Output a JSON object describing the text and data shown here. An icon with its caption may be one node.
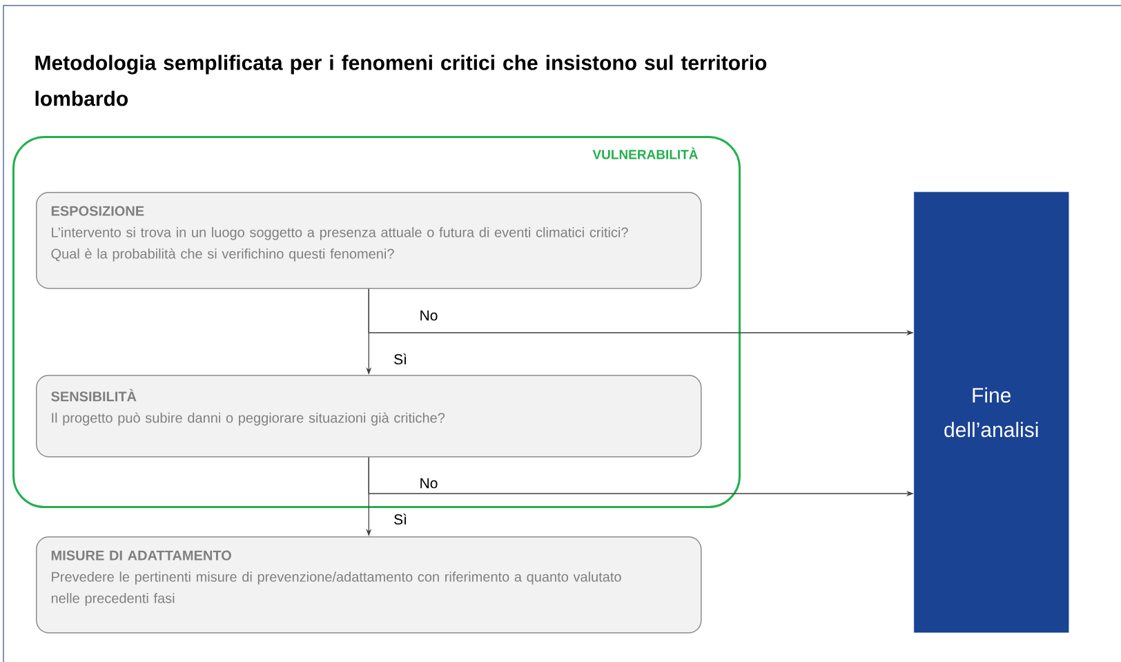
{
  "diagram": {
    "title": "Metodologia semplificata per i fenomeni critici che insistono sul territorio lombardo",
    "nodes": [
      {
        "text": [
          "VULNERABILITÀ"
        ]
      },
      {
        "text": [
          "ESPOSIZIONE",
          "L’intervento si trova in un luogo soggetto a presenza attuale o futura di eventi climatici critici? Qual è la probabilità che si verifichino questi fenomeni?"
        ],
        "in": 0
      },
      {
        "text": [
          "SENSIBILITÀ",
          "Il progetto può subire danni o peggiorare situazioni già critiche?"
        ],
        "in": 0
      },
      {
        "text": [
          "MISURE DI ADATTAMENTO",
          "Prevedere le pertinenti misure di prevenzione/adattamento con riferimento a quanto valutato nelle precedenti fasi"
        ]
      },
      {
        "text": [
          "Fine dell’analisi"
        ]
      }
    ],
    "edges": [
      {
        "from": 1,
        "to": 4,
        "arrow": "to",
        "label": "No"
      },
      {
        "from": 1,
        "to": 2,
        "arrow": "to",
        "label": "Sì"
      },
      {
        "from": 2,
        "to": 4,
        "arrow": "to",
        "label": "No"
      },
      {
        "from": 2,
        "to": 3,
        "arrow": "to",
        "label": "Sì"
      }
    ]
  }
}
